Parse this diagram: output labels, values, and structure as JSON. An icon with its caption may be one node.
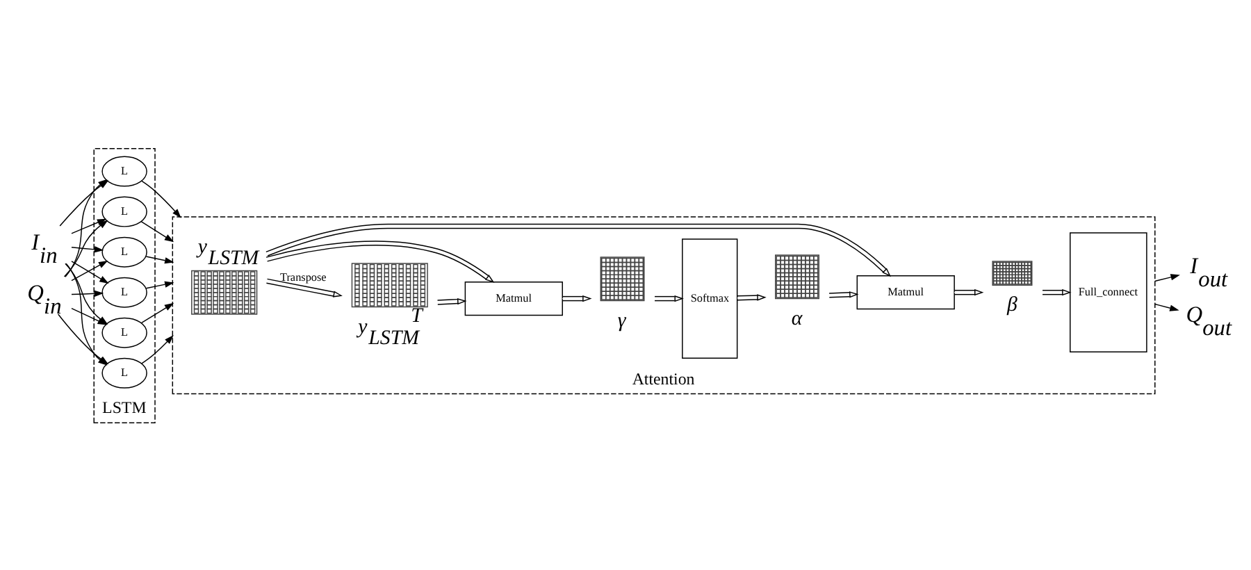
{
  "diagram": {
    "nodes": [
      {
        "text": [
          "LSTM"
        ]
      },
      {
        "text": [
          "Attention"
        ]
      },
      {
        "text": [
          "I$_{in}$"
        ]
      },
      {
        "text": [
          "Q$_{in}$"
        ]
      },
      {
        "text": [
          "L"
        ],
        "in": 0
      },
      {
        "text": [
          "L"
        ],
        "in": 0
      },
      {
        "text": [
          "L"
        ],
        "in": 0
      },
      {
        "text": [
          "L"
        ],
        "in": 0
      },
      {
        "text": [
          "L"
        ],
        "in": 0
      },
      {
        "text": [
          "L"
        ],
        "in": 0
      },
      {
        "text": [
          "y$_{LSTM}$"
        ],
        "in": 1
      },
      {
        "text": [
          "y$_{LSTM}$$^{T}$"
        ],
        "in": 1
      },
      {
        "text": [
          "Matmul"
        ],
        "in": 1
      },
      {
        "text": [
          "γ"
        ],
        "in": 1
      },
      {
        "text": [
          "Softmax"
        ],
        "in": 1
      },
      {
        "text": [
          "α"
        ],
        "in": 1
      },
      {
        "text": [
          "Matmul"
        ],
        "in": 1
      },
      {
        "text": [
          "β"
        ],
        "in": 1
      },
      {
        "text": [
          "Full_connect"
        ],
        "in": 1
      },
      {
        "text": [
          "I$_{out}$"
        ]
      },
      {
        "text": [
          "Q$_{out}$"
        ]
      }
    ],
    "edges": [
      {
        "from": 2,
        "to": 4,
        "arrow": "to"
      },
      {
        "from": 2,
        "to": 5,
        "arrow": "to"
      },
      {
        "from": 2,
        "to": 6,
        "arrow": "to"
      },
      {
        "from": 2,
        "to": 7,
        "arrow": "to"
      },
      {
        "from": 2,
        "to": 8,
        "arrow": "to"
      },
      {
        "from": 2,
        "to": 9,
        "arrow": "to"
      },
      {
        "from": 3,
        "to": 4,
        "arrow": "to"
      },
      {
        "from": 3,
        "to": 5,
        "arrow": "to"
      },
      {
        "from": 3,
        "to": 6,
        "arrow": "to"
      },
      {
        "from": 3,
        "to": 7,
        "arrow": "to"
      },
      {
        "from": 3,
        "to": 8,
        "arrow": "to"
      },
      {
        "from": 3,
        "to": 9,
        "arrow": "to"
      },
      {
        "from": 4,
        "to": 1,
        "arrow": "to"
      },
      {
        "from": 5,
        "to": 1,
        "arrow": "to"
      },
      {
        "from": 6,
        "to": 1,
        "arrow": "to"
      },
      {
        "from": 7,
        "to": 1,
        "arrow": "to"
      },
      {
        "from": 8,
        "to": 1,
        "arrow": "to"
      },
      {
        "from": 9,
        "to": 1,
        "arrow": "to"
      },
      {
        "from": 10,
        "to": 11,
        "arrow": "to",
        "label": "Transpose"
      },
      {
        "from": 10,
        "to": 12,
        "arrow": "to"
      },
      {
        "from": 11,
        "to": 12,
        "arrow": "to"
      },
      {
        "from": 10,
        "to": 16,
        "arrow": "to"
      },
      {
        "from": 12,
        "to": 13,
        "arrow": "to"
      },
      {
        "from": 13,
        "to": 14,
        "arrow": "to"
      },
      {
        "from": 14,
        "to": 15,
        "arrow": "to"
      },
      {
        "from": 15,
        "to": 16,
        "arrow": "to"
      },
      {
        "from": 16,
        "to": 17,
        "arrow": "to"
      },
      {
        "from": 17,
        "to": 18,
        "arrow": "to"
      },
      {
        "from": 1,
        "to": 19,
        "arrow": "to"
      },
      {
        "from": 1,
        "to": 20,
        "arrow": "to"
      }
    ]
  }
}
